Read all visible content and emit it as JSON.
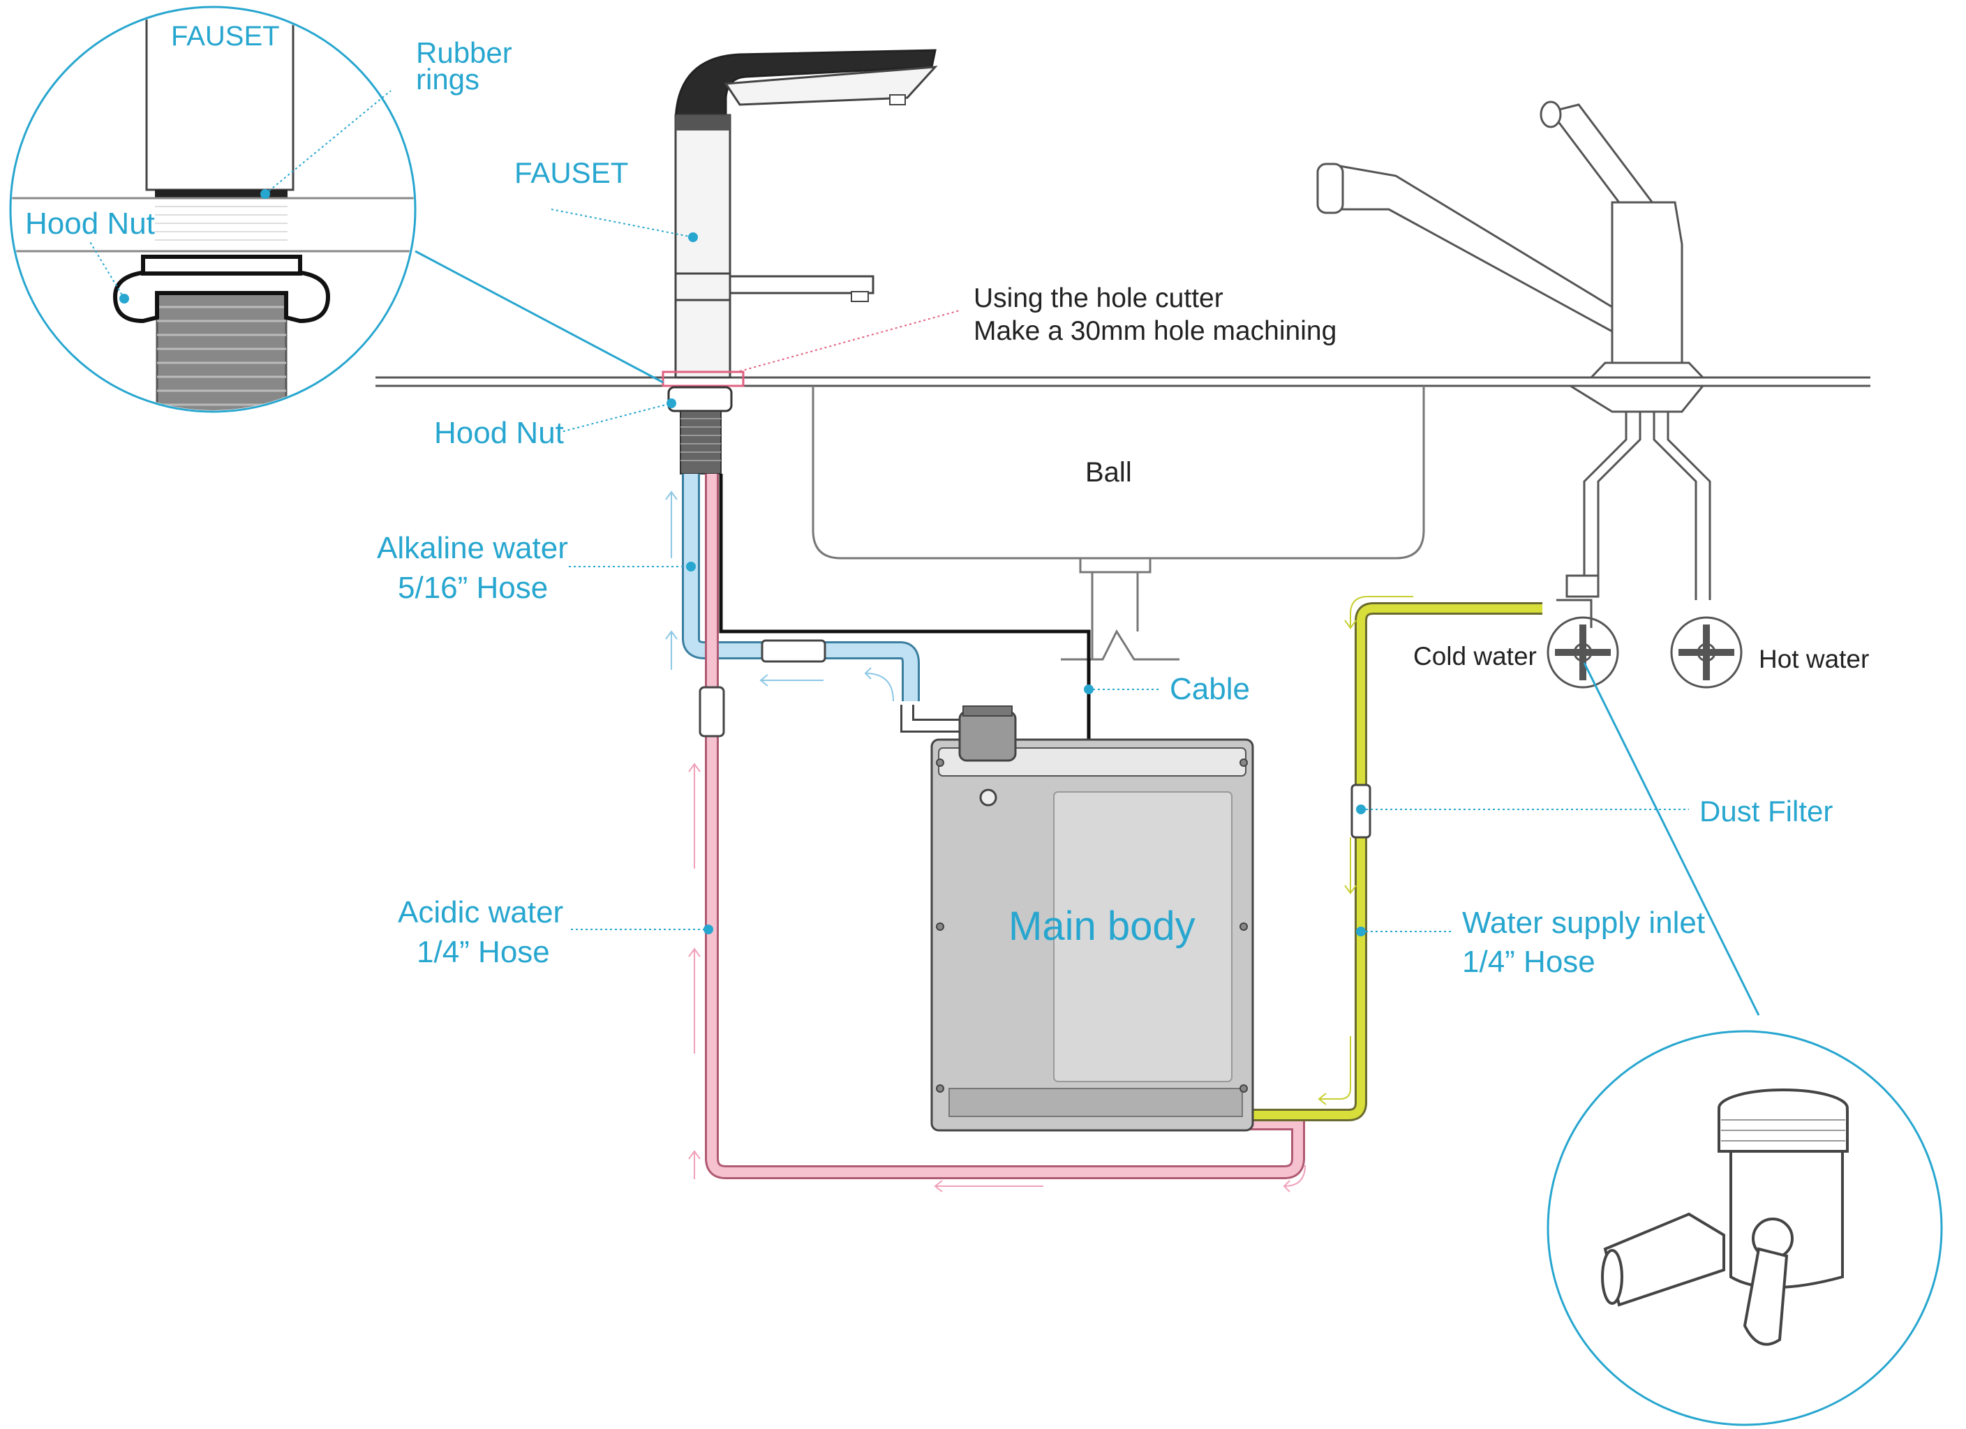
{
  "colors": {
    "accent": "#27a6cf",
    "alkaline_hose": "#a8d6ef",
    "acidic_hose": "#f1b3c3",
    "supply_hose": "#c7cf2e",
    "cable": "#111111"
  },
  "inset_top": {
    "fauset": "FAUSET",
    "rubber_rings_1": "Rubber",
    "rubber_rings_2": "rings",
    "hood_nut": "Hood Nut"
  },
  "labels": {
    "fauset": "FAUSET",
    "hole_line1": "Using the hole cutter",
    "hole_line2": "Make a 30mm hole machining",
    "hood_nut": "Hood Nut",
    "ball": "Ball",
    "alkaline_1": "Alkaline water",
    "alkaline_2": "5/16”  Hose",
    "cable": "Cable",
    "cold_water": "Cold water",
    "hot_water": "Hot water",
    "dust_filter": "Dust Filter",
    "acidic_1": "Acidic water",
    "acidic_2": "1/4”  Hose",
    "main_body": "Main body",
    "supply_1": "Water supply inlet",
    "supply_2": "1/4”  Hose"
  }
}
